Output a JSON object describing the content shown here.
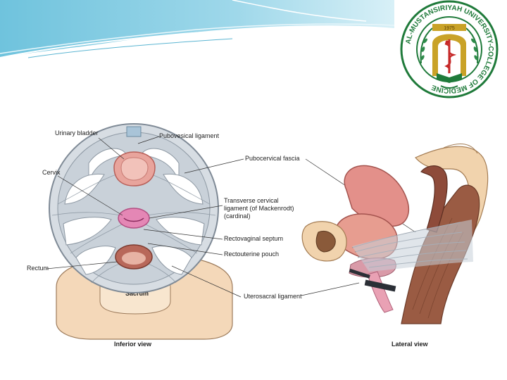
{
  "logo": {
    "ring_text": "AL-MUSTANSIRIYAH UNIVERSITY-COLLEGE OF MEDICINE",
    "year": "1975",
    "colors": {
      "ring": "#1f7a3a",
      "gold": "#c9a227",
      "red": "#c62828"
    }
  },
  "diagram": {
    "inferior": {
      "labels": {
        "urinary_bladder": "Urinary bladder",
        "pubovesical": "Pubovesical ligament",
        "cervix": "Cervix",
        "rectum": "Rectum",
        "sacrum": "Sacrum"
      },
      "caption": "Inferior view"
    },
    "middle_labels": {
      "pubocervical": "Pubocervical fascia",
      "transverse_1": "Transverse cervical",
      "transverse_2": "ligament (of Mackenrodt)",
      "transverse_3": "(cardinal)",
      "rectovaginal": "Rectovaginal septum",
      "rectouterine": "Rectouterine pouch",
      "uterosacral": "Uterosacral ligament"
    },
    "lateral": {
      "caption": "Lateral view"
    }
  }
}
